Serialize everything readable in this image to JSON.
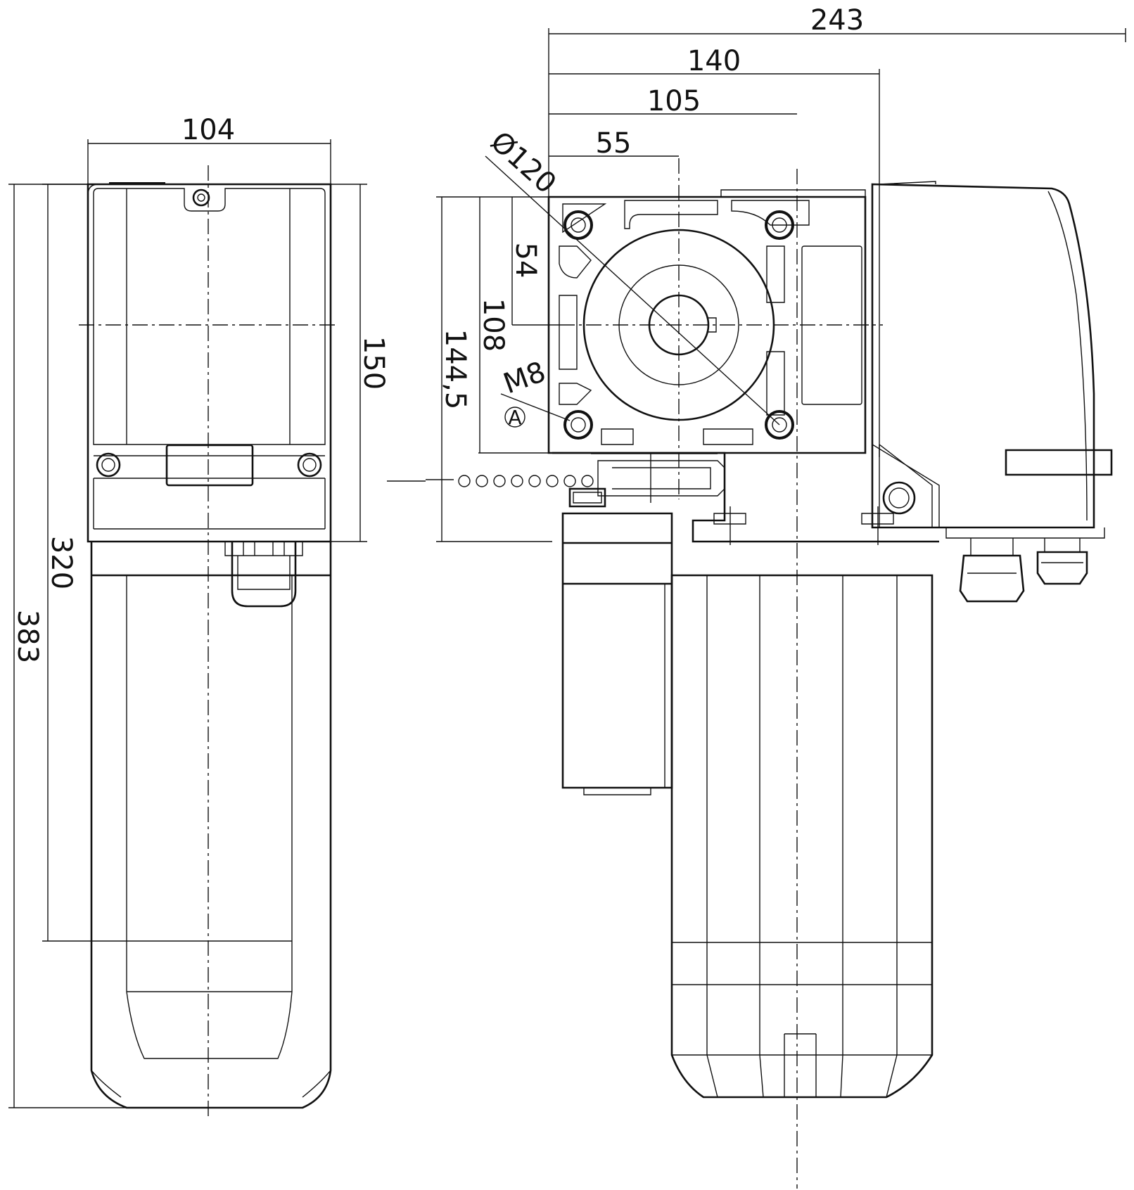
{
  "dimensions": {
    "width_left": "104",
    "flange_height": "150",
    "height_320": "320",
    "height_383": "383",
    "overall_243": "243",
    "dim_140": "140",
    "dim_105": "105",
    "dim_55": "55",
    "bolt_circle": "Ø120",
    "dim_54": "54",
    "dim_108": "108",
    "dim_144_5": "144,5",
    "thread": "M8",
    "detail_mark": "A"
  }
}
